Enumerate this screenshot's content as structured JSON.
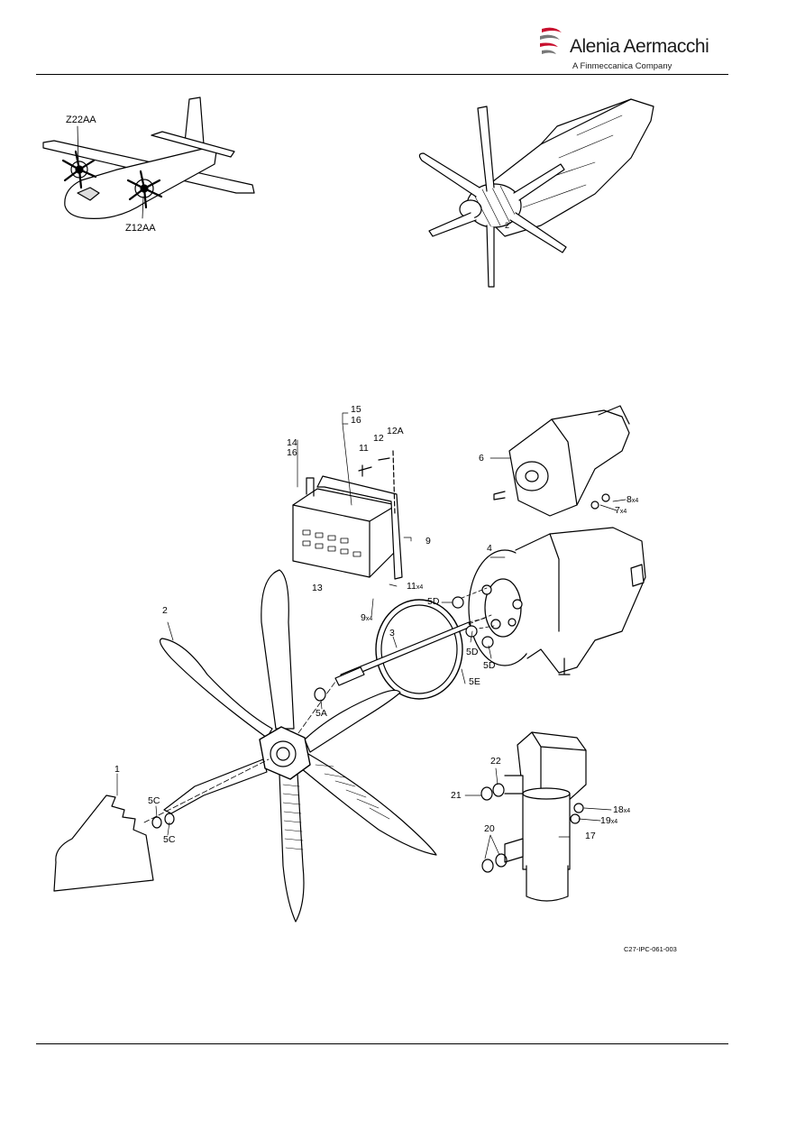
{
  "header": {
    "brand": "Alenia Aermacchi",
    "tagline": "A Finmeccanica Company",
    "brand_color": "#c8102e"
  },
  "locator": {
    "zone_left": "Z22AA",
    "zone_right": "Z12AA"
  },
  "callouts": {
    "c1": "1",
    "c2": "2",
    "c3": "3",
    "c4": "4",
    "c5a": "5A",
    "c5c1": "5C",
    "c5c2": "5C",
    "c5d1": "5D",
    "c5d2": "5D",
    "c5d3": "5D",
    "c5e": "5E",
    "c6": "6",
    "c7": "7",
    "c7q": "x4",
    "c8": "8",
    "c8q": "x4",
    "c9": "9",
    "c9b": "9",
    "c9bq": "x4",
    "c11": "11",
    "c11b": "11",
    "c11bq": "x4",
    "c12": "12",
    "c12a": "12A",
    "c13": "13",
    "c14": "14",
    "c15": "15",
    "c16a": "16",
    "c16b": "16",
    "c17": "17",
    "c18": "18",
    "c18q": "x4",
    "c19": "19",
    "c19q": "x4",
    "c20": "20",
    "c21": "21",
    "c22": "22",
    "c_engine": "2"
  },
  "figure_code": "C27-IPC-061-003"
}
